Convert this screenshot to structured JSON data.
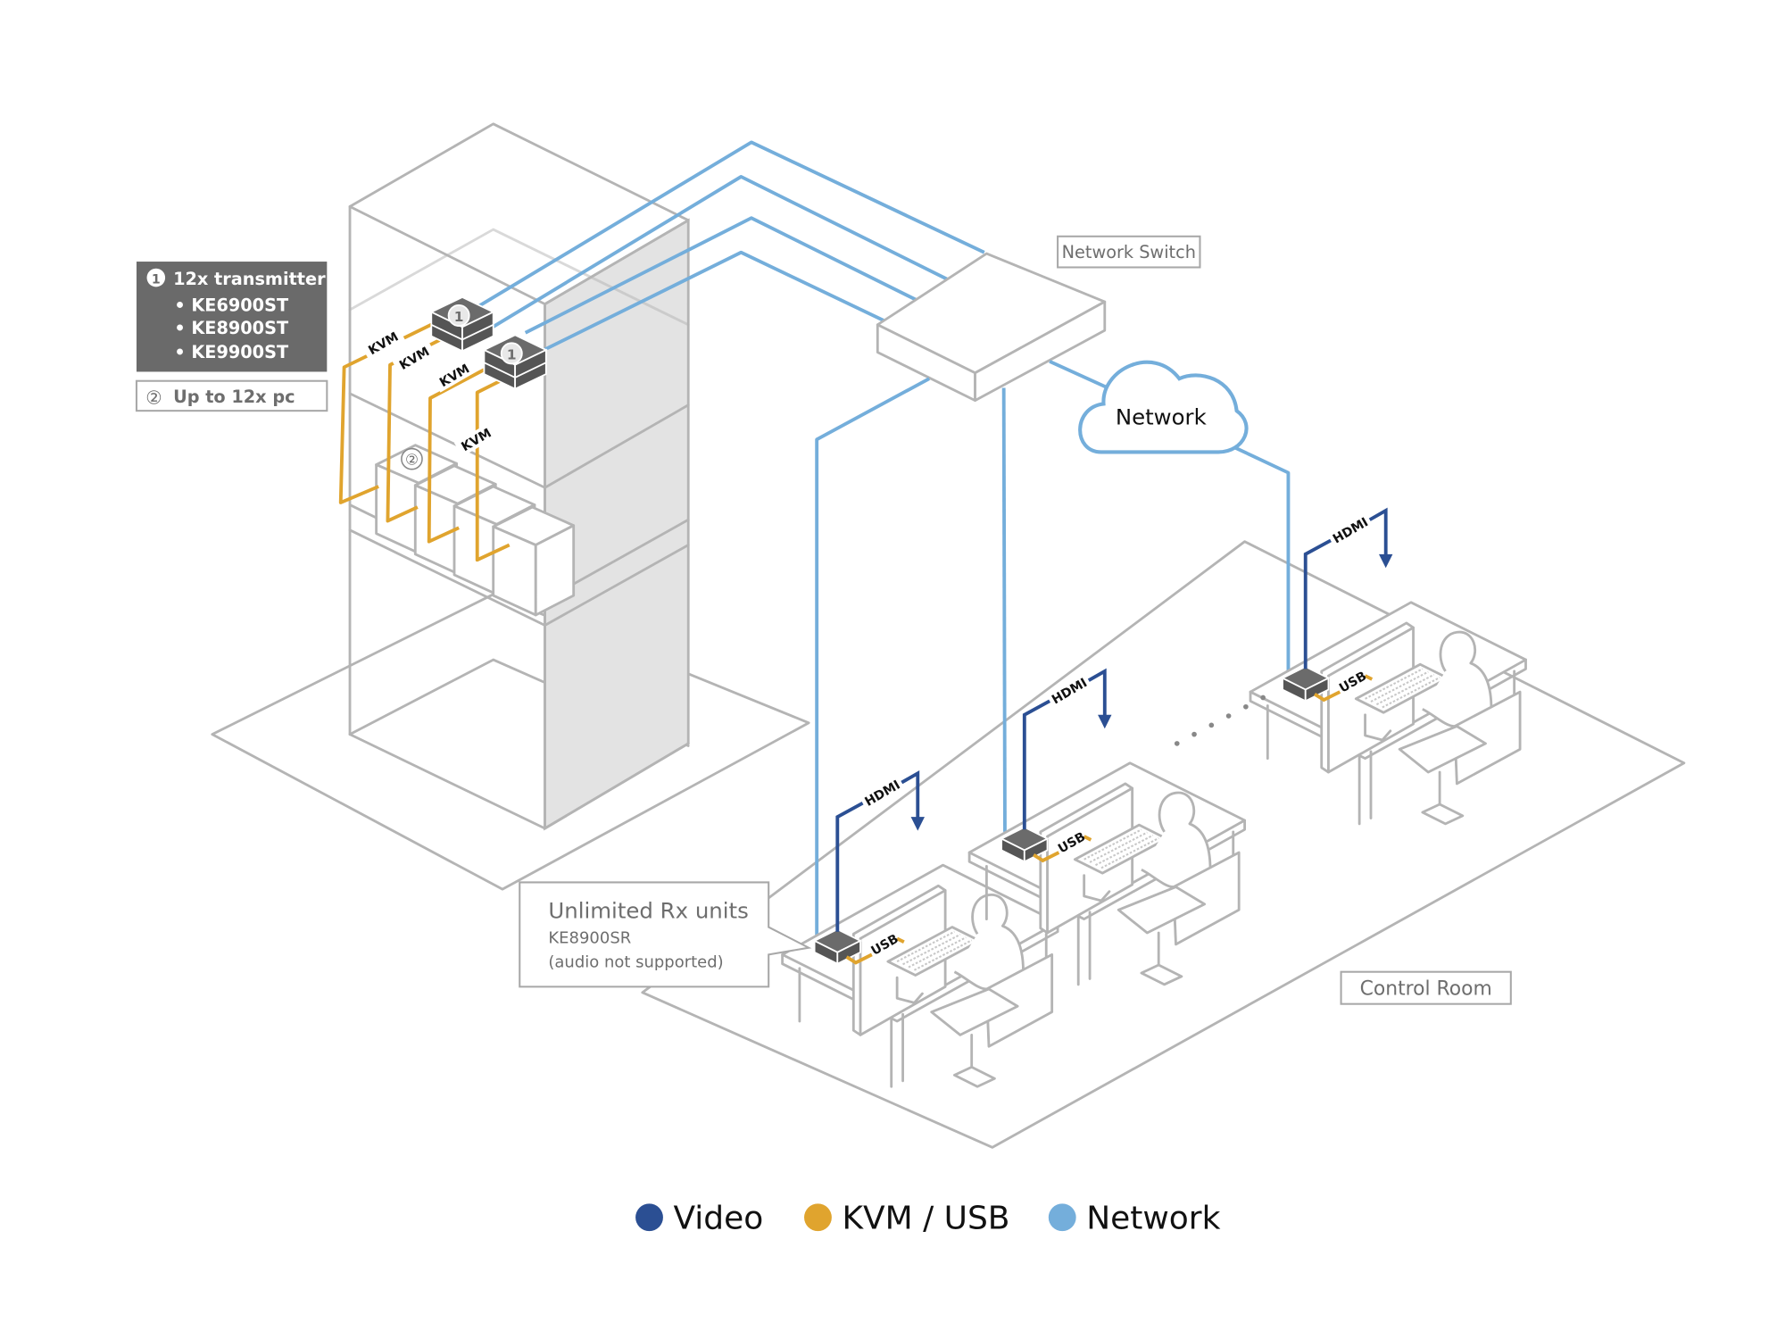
{
  "diagram": {
    "colors": {
      "video": "#2b4f93",
      "kvm_usb": "#e0a42e",
      "network": "#74aedb",
      "outline": "#b4b4b4",
      "device": "#6b6b6b"
    },
    "callouts": {
      "transmitter": {
        "marker": "1",
        "title": "12x transmitter",
        "models": [
          "• KE6900ST",
          "• KE8900ST",
          "• KE9900ST"
        ]
      },
      "pcs": {
        "marker": "②",
        "label": "Up to 12x pc"
      },
      "network_switch": "Network Switch",
      "network_cloud": "Network",
      "receivers": {
        "title": "Unlimited Rx units",
        "model": "KE8900SR",
        "note": "(audio not supported)"
      },
      "control_room": "Control Room"
    },
    "rack": {
      "transmitter_markers": [
        "1",
        "1"
      ],
      "pc_marker": "②",
      "kvm_labels": [
        "KVM",
        "KVM",
        "KVM",
        "KVM"
      ]
    },
    "workstations": [
      {
        "video_label": "HDMI",
        "usb_label": "USB"
      },
      {
        "video_label": "HDMI",
        "usb_label": "USB"
      },
      {
        "video_label": "HDMI",
        "usb_label": "USB"
      }
    ],
    "legend": [
      {
        "key": "video",
        "label": "Video",
        "color": "#2b4f93"
      },
      {
        "key": "kvm_usb",
        "label": "KVM / USB",
        "color": "#e0a42e"
      },
      {
        "key": "network",
        "label": "Network",
        "color": "#74aedb"
      }
    ]
  }
}
